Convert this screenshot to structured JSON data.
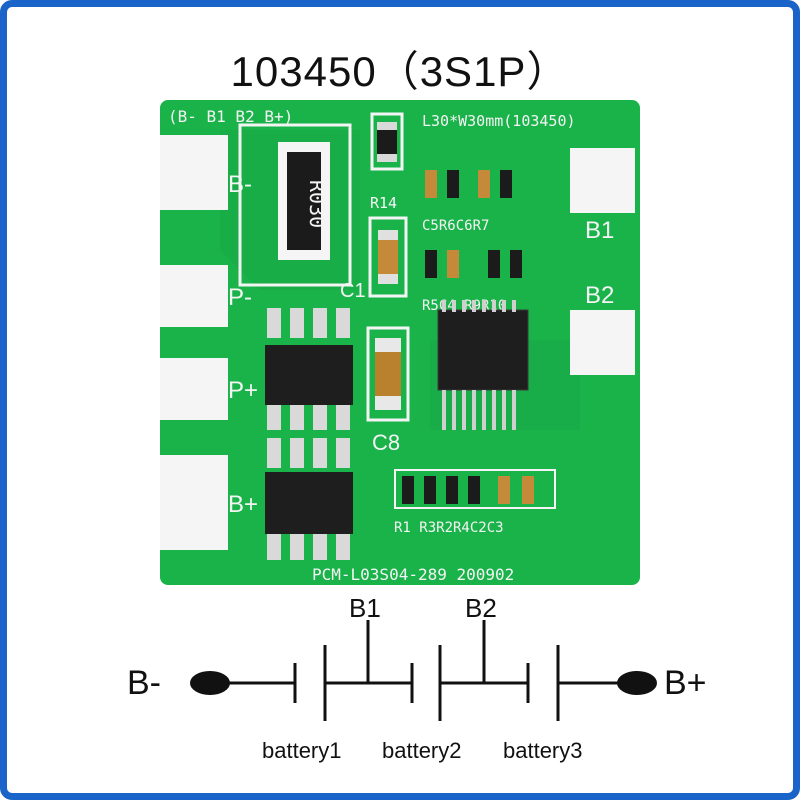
{
  "title": "103450（3S1P）",
  "board": {
    "header_pins": "(B-  B1  B2  B+)",
    "dimension_text": "L30*W30mm(103450)",
    "footer_text": "PCM-L03S04-289  200902",
    "left_pads": [
      "B-",
      "P-",
      "P+",
      "B+"
    ],
    "right_pads": [
      "B1",
      "B2"
    ],
    "resistor_code": "R030",
    "component_labels": {
      "r14": "R14",
      "c1": "C1",
      "c8": "C8",
      "c5r6c6r7": "C5R6C6R7",
      "r5c4r9r10": "R5C4 R9R10",
      "bottom_row": "R1 R3R2R4C2C3"
    },
    "colors": {
      "pcb_green": "#19b34a",
      "silkscreen": "#f4f4f4",
      "pad_silver": "#f5f5f5",
      "frame_blue": "#1a63c9"
    }
  },
  "schematic": {
    "left_terminal": "B-",
    "right_terminal": "B+",
    "taps": [
      "B1",
      "B2"
    ],
    "batteries": [
      "battery1",
      "battery2",
      "battery3"
    ]
  }
}
